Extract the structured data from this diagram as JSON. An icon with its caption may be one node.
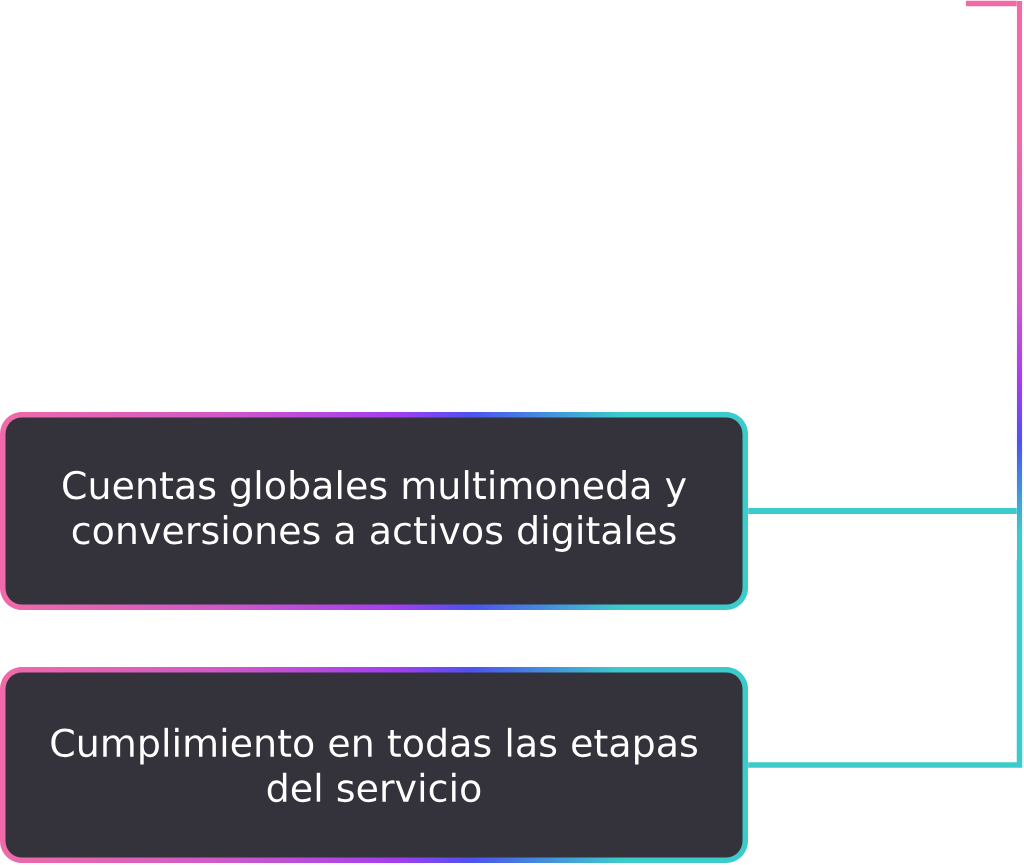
{
  "diagram": {
    "nodes": [
      {
        "text": [
          "Cuentas globales multimoneda y conversiones a activos digitales"
        ]
      },
      {
        "text": [
          "Cumplimiento en todas las etapas del servicio"
        ]
      }
    ],
    "edges": [
      {
        "from": 0,
        "to": null,
        "arrow": "none"
      },
      {
        "from": 1,
        "to": null,
        "arrow": "none"
      }
    ]
  }
}
